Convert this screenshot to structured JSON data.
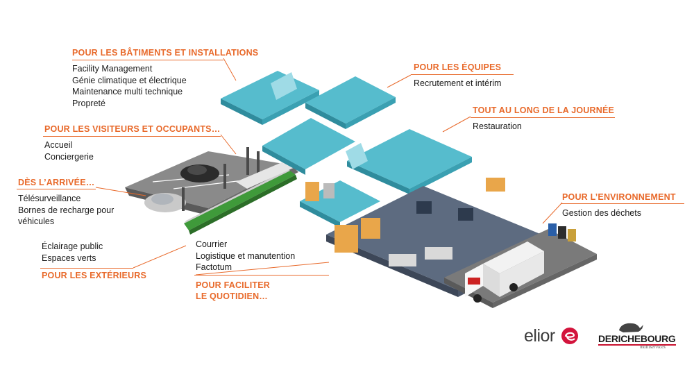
{
  "sections": {
    "batiments": {
      "heading": "POUR LES BÂTIMENTS ET INSTALLATIONS",
      "items": [
        "Facility Management",
        "Génie climatique et électrique",
        "Maintenance multi technique",
        "Propreté"
      ]
    },
    "equipes": {
      "heading": "POUR LES ÉQUIPES",
      "items": [
        "Recrutement et intérim"
      ]
    },
    "journee": {
      "heading": "TOUT AU LONG DE LA JOURNÉE",
      "items": [
        "Restauration"
      ]
    },
    "visiteurs": {
      "heading": "POUR LES VISITEURS ET OCCUPANTS…",
      "items": [
        "Accueil",
        "Conciergerie"
      ]
    },
    "arrivee": {
      "heading": "DÈS L’ARRIVÉE…",
      "items": [
        "Télésurveillance",
        "Bornes de recharge pour",
        "véhicules"
      ]
    },
    "environnement": {
      "heading": "POUR L’ENVIRONNEMENT",
      "items": [
        "Gestion des déchets"
      ]
    },
    "exterieurs": {
      "heading": "POUR LES EXTÉRIEURS",
      "items": [
        "Éclairage public",
        "Espaces verts"
      ]
    },
    "quotidien": {
      "heading_line1": "POUR FACILITER",
      "heading_line2": "LE QUOTIDIEN…",
      "items": [
        "Courrier",
        "Logistique et manutention",
        "Factotum"
      ]
    }
  },
  "logos": {
    "elior": "elior",
    "derichebourg": "DERICHEBOURG",
    "derichebourg_sub": "multiservices"
  },
  "colors": {
    "accent": "#e8692a",
    "floor_teal": "#4fb8c9",
    "floor_slate": "#5d6b80",
    "road": "#7c7c7c",
    "grass": "#3f9a3a",
    "elior_red": "#d3143c"
  }
}
